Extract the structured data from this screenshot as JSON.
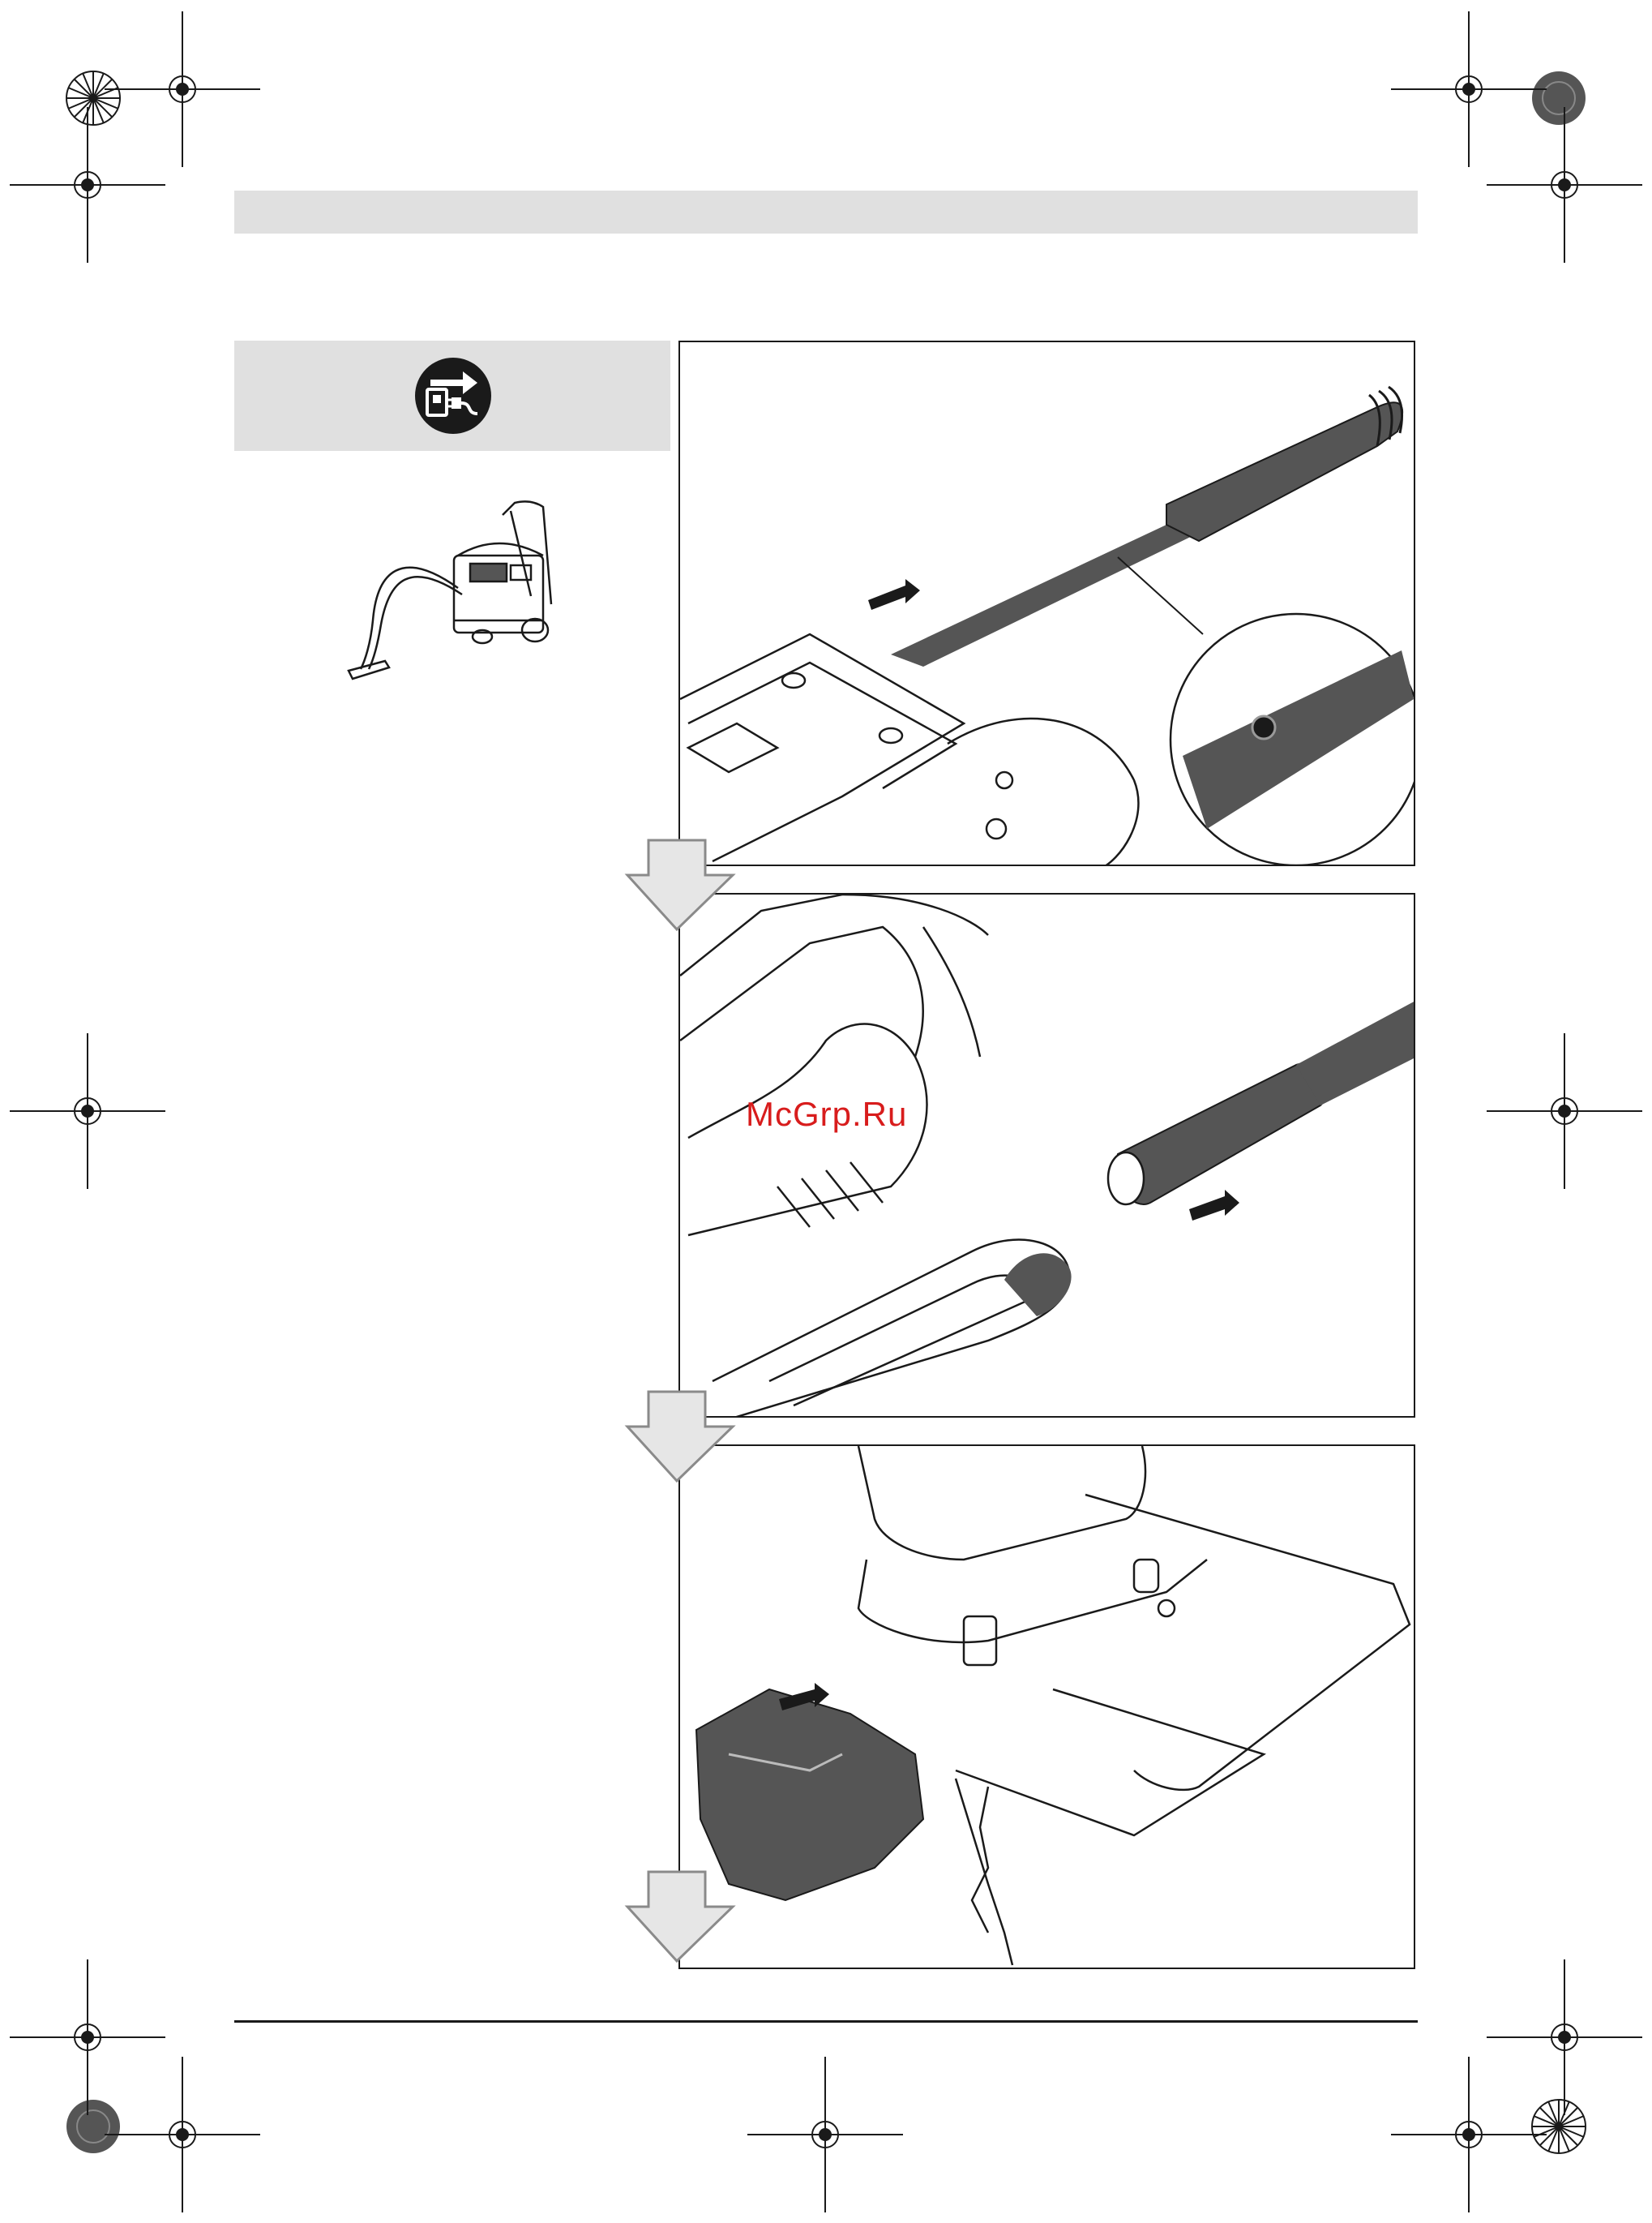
{
  "watermark": {
    "text": "McGrp.Ru",
    "color": "#d81c1c"
  },
  "colors": {
    "band": "#e0e0e0",
    "ink": "#1a1a1a",
    "tone": "#555555",
    "arrow_fill": "#e6e6e6",
    "arrow_stroke": "#8a8a8a"
  },
  "icons": {
    "unplug": "unplug-before-work-icon",
    "vacuum": "dust-extractor-icon",
    "step_arrow": "down-arrow-icon"
  },
  "steps": [
    {
      "id": "step-1",
      "illustration": "mount-extraction-adapter-on-base-plate"
    },
    {
      "id": "step-2",
      "illustration": "connect-vacuum-hose-to-adapter"
    },
    {
      "id": "step-3",
      "illustration": "attach-chip-guard-cover"
    }
  ]
}
